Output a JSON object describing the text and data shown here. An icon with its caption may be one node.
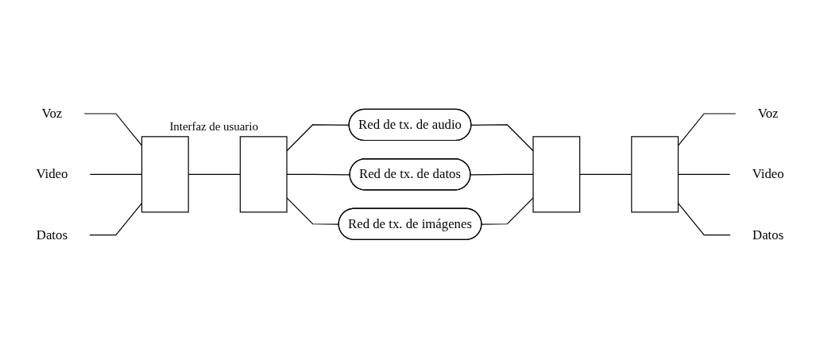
{
  "diagram": {
    "nodes": [
      {
        "text": [
          "Voz"
        ]
      },
      {
        "text": [
          "Video"
        ]
      },
      {
        "text": [
          "Datos"
        ]
      },
      {
        "text": [],
        "shape": "bar",
        "beside": [
          "Interfaz de usuario"
        ]
      },
      {
        "text": [],
        "shape": "bar"
      },
      {
        "text": [
          "Red de tx. de audio"
        ]
      },
      {
        "text": [
          "Red de tx. de datos"
        ]
      },
      {
        "text": [
          "Red de tx. de imágenes"
        ]
      },
      {
        "text": [],
        "shape": "bar"
      },
      {
        "text": [],
        "shape": "bar"
      },
      {
        "text": [
          "Voz"
        ]
      },
      {
        "text": [
          "Video"
        ]
      },
      {
        "text": [
          "Datos"
        ]
      }
    ],
    "edges": [
      {
        "from": 0,
        "to": 3,
        "arrow": "none"
      },
      {
        "from": 1,
        "to": 3,
        "arrow": "none"
      },
      {
        "from": 2,
        "to": 3,
        "arrow": "none"
      },
      {
        "from": 3,
        "to": 4,
        "arrow": "none"
      },
      {
        "from": 4,
        "to": 5,
        "arrow": "none"
      },
      {
        "from": 4,
        "to": 6,
        "arrow": "none"
      },
      {
        "from": 4,
        "to": 7,
        "arrow": "none"
      },
      {
        "from": 5,
        "to": 8,
        "arrow": "none"
      },
      {
        "from": 6,
        "to": 8,
        "arrow": "none"
      },
      {
        "from": 7,
        "to": 8,
        "arrow": "none"
      },
      {
        "from": 8,
        "to": 9,
        "arrow": "none"
      },
      {
        "from": 9,
        "to": 10,
        "arrow": "none"
      },
      {
        "from": 9,
        "to": 11,
        "arrow": "none"
      },
      {
        "from": 9,
        "to": 12,
        "arrow": "none"
      }
    ]
  }
}
